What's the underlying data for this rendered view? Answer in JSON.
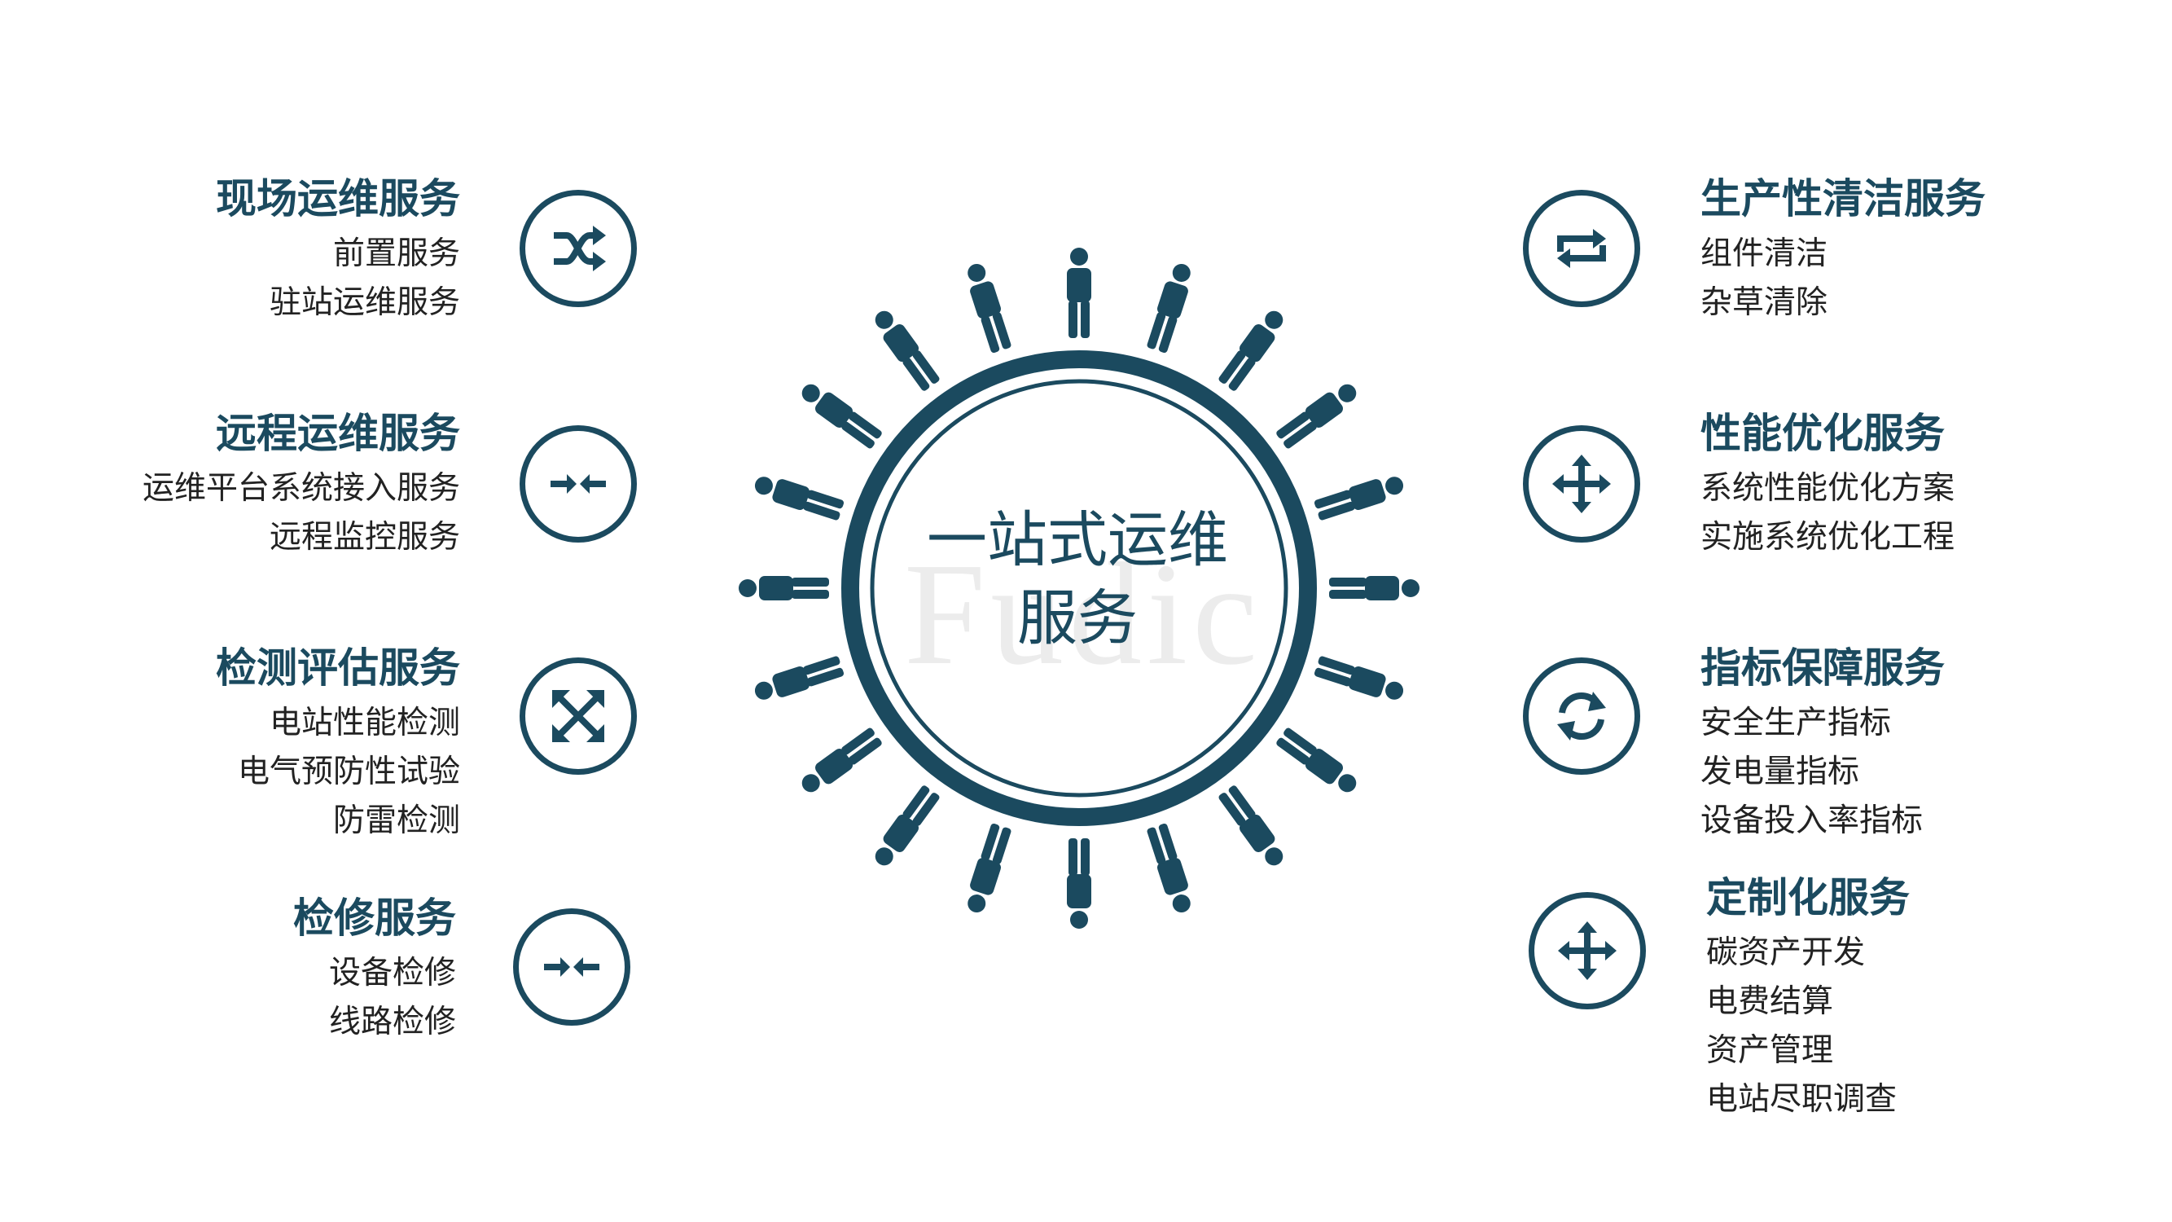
{
  "center": {
    "title_line1": "一站式运维",
    "title_line2": "服务",
    "watermark": "Fudic"
  },
  "colors": {
    "primary": "#1b4a5f",
    "text": "#222222",
    "background": "#ffffff"
  },
  "left_services": [
    {
      "title": "现场运维服务",
      "items": [
        "前置服务",
        "驻站运维服务"
      ],
      "icon": "shuffle-icon"
    },
    {
      "title": "远程运维服务",
      "items": [
        "运维平台系统接入服务",
        "远程监控服务"
      ],
      "icon": "arrows-inward-icon"
    },
    {
      "title": "检测评估服务",
      "items": [
        "电站性能检测",
        "电气预防性试验",
        "防雷检测"
      ],
      "icon": "expand-arrows-icon"
    },
    {
      "title": "检修服务",
      "items": [
        "设备检修",
        "线路检修"
      ],
      "icon": "arrows-inward-icon"
    }
  ],
  "right_services": [
    {
      "title": "生产性清洁服务",
      "items": [
        "组件清洁",
        "杂草清除"
      ],
      "icon": "repeat-icon"
    },
    {
      "title": "性能优化服务",
      "items": [
        "系统性能优化方案",
        "实施系统优化工程"
      ],
      "icon": "move-arrows-icon"
    },
    {
      "title": "指标保障服务",
      "items": [
        "安全生产指标",
        "发电量指标",
        "设备投入率指标"
      ],
      "icon": "refresh-icon"
    },
    {
      "title": "定制化服务",
      "items": [
        "碳资产开发",
        "电费结算",
        "资产管理",
        "电站尽职调查"
      ],
      "icon": "move-arrows-icon"
    }
  ],
  "people_ring": {
    "count": 20,
    "icon": "person-icon"
  }
}
